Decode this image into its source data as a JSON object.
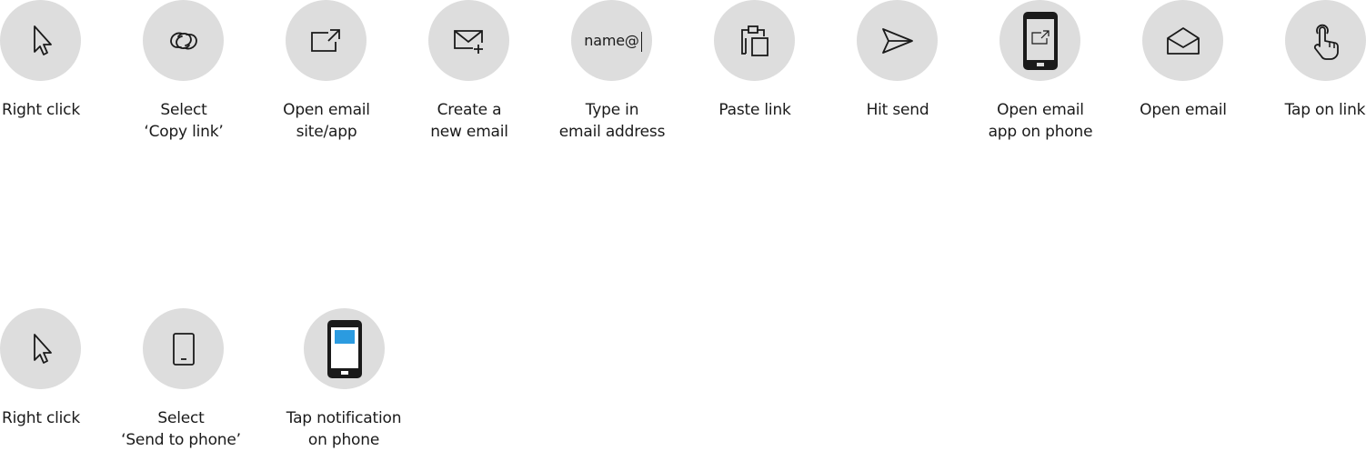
{
  "rows": [
    {
      "steps": [
        {
          "label": "Right click",
          "icon": "cursor-icon"
        },
        {
          "label": "Select\n‘Copy link’",
          "icon": "link-icon"
        },
        {
          "label": "Open email\nsite/app",
          "icon": "open-external-icon"
        },
        {
          "label": "Create a\nnew email",
          "icon": "new-mail-icon"
        },
        {
          "label": "Type in\nemail address",
          "icon": "text-input",
          "typed_text": "name@"
        },
        {
          "label": "Paste link",
          "icon": "clipboard-icon"
        },
        {
          "label": "Hit send",
          "icon": "send-icon"
        },
        {
          "label": "Open email\napp on phone",
          "icon": "phone-open-app-icon"
        },
        {
          "label": "Open email",
          "icon": "open-envelope-icon"
        },
        {
          "label": "Tap on link",
          "icon": "tap-hand-icon"
        }
      ]
    },
    {
      "steps": [
        {
          "label": "Right click",
          "icon": "cursor-icon"
        },
        {
          "label": "Select\n‘Send to phone’",
          "icon": "phone-outline-icon"
        },
        {
          "label": "Tap notification\non phone",
          "icon": "phone-notification-icon"
        }
      ]
    }
  ],
  "colors": {
    "circle": "#dddddd",
    "stroke": "#1a1a1a",
    "notification": "#2b9be0"
  }
}
